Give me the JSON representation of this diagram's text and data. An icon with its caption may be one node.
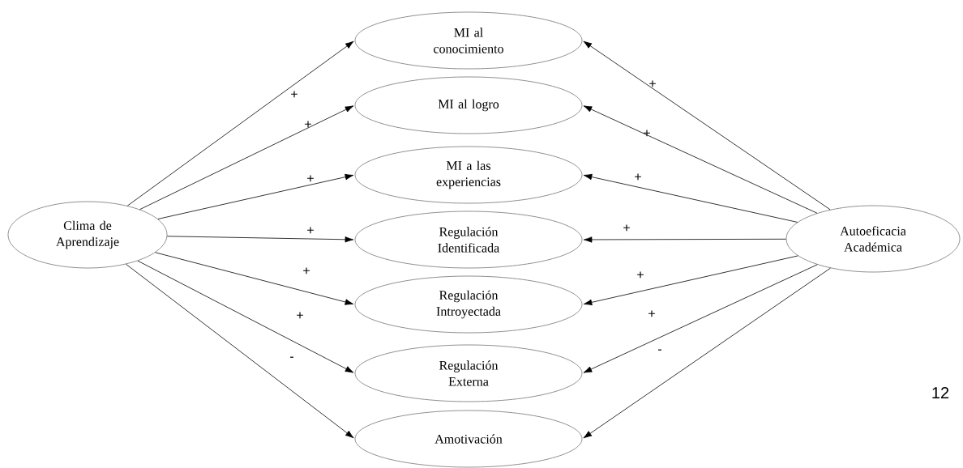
{
  "diagram": {
    "nodes": [
      {
        "text": [
          "Clima de Aprendizaje"
        ]
      },
      {
        "text": [
          "MI al conocimiento"
        ]
      },
      {
        "text": [
          "MI al logro"
        ]
      },
      {
        "text": [
          "MI a las experiencias"
        ]
      },
      {
        "text": [
          "Regulación Identificada"
        ]
      },
      {
        "text": [
          "Regulación Introyectada"
        ]
      },
      {
        "text": [
          "Regulación Externa"
        ]
      },
      {
        "text": [
          "Amotivación"
        ]
      },
      {
        "text": [
          "Autoeficacia Académica"
        ]
      }
    ],
    "edges": [
      {
        "from": 0,
        "to": 1,
        "arrow": "to",
        "label": "+"
      },
      {
        "from": 0,
        "to": 2,
        "arrow": "to",
        "label": "+"
      },
      {
        "from": 0,
        "to": 3,
        "arrow": "to",
        "label": "+"
      },
      {
        "from": 0,
        "to": 4,
        "arrow": "to",
        "label": "+"
      },
      {
        "from": 0,
        "to": 5,
        "arrow": "to",
        "label": "+"
      },
      {
        "from": 0,
        "to": 6,
        "arrow": "to",
        "label": "+"
      },
      {
        "from": 0,
        "to": 7,
        "arrow": "to",
        "label": "-"
      },
      {
        "from": 8,
        "to": 1,
        "arrow": "to",
        "label": "+"
      },
      {
        "from": 8,
        "to": 2,
        "arrow": "to",
        "label": "+"
      },
      {
        "from": 8,
        "to": 3,
        "arrow": "to",
        "label": "+"
      },
      {
        "from": 8,
        "to": 4,
        "arrow": "to",
        "label": "+"
      },
      {
        "from": 8,
        "to": 5,
        "arrow": "to",
        "label": "+"
      },
      {
        "from": 8,
        "to": 6,
        "arrow": "to",
        "label": "+"
      },
      {
        "from": 8,
        "to": 7,
        "arrow": "to",
        "label": "-"
      }
    ],
    "labels": [
      "12"
    ]
  }
}
